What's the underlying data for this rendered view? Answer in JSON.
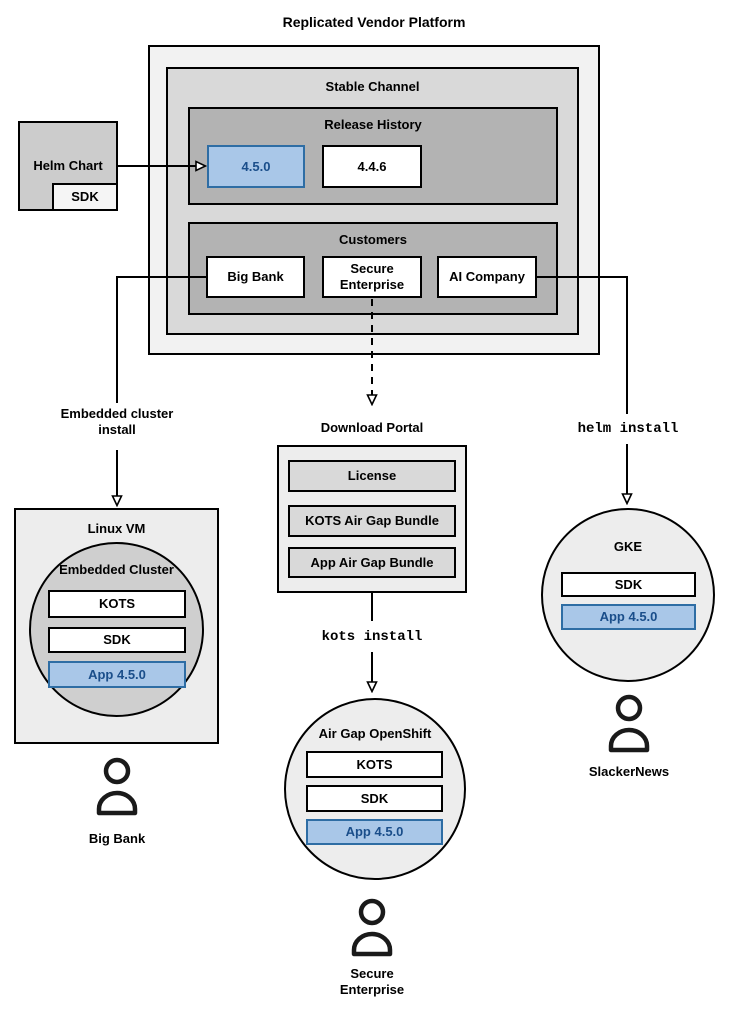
{
  "title": "Replicated Vendor Platform",
  "colors": {
    "highlight_fill": "#a9c7e8",
    "highlight_stroke": "#2e6da4",
    "highlight_text": "#1a4e8a",
    "container_dark_gray": "#b3b3b3",
    "container_mid_gray": "#d9d9d9",
    "container_light_gray": "#f2f2f2"
  },
  "stable_channel": {
    "label": "Stable Channel"
  },
  "release_history": {
    "label": "Release History",
    "current_version": "4.5.0",
    "previous_version": "4.4.6"
  },
  "customers": {
    "label": "Customers",
    "big_bank": "Big Bank",
    "secure_enterprise": "Secure Enterprise",
    "ai_company": "AI Company"
  },
  "helm_chart": {
    "label": "Helm Chart",
    "sdk": "SDK"
  },
  "installs": {
    "embedded": {
      "label_line1": "Embedded cluster",
      "label_line2": "install"
    },
    "kots": {
      "command": "kots install"
    },
    "helm": {
      "command": "helm install"
    }
  },
  "download_portal": {
    "title": "Download Portal",
    "items": [
      "License",
      "KOTS Air Gap Bundle",
      "App Air Gap Bundle"
    ]
  },
  "linux_vm": {
    "title": "Linux VM",
    "cluster": "Embedded Cluster",
    "kots": "KOTS",
    "sdk": "SDK",
    "app": "App 4.5.0",
    "user": "Big Bank"
  },
  "openshift": {
    "title": "Air Gap OpenShift",
    "kots": "KOTS",
    "sdk": "SDK",
    "app": "App 4.5.0",
    "user_line1": "Secure",
    "user_line2": "Enterprise"
  },
  "gke": {
    "title": "GKE",
    "sdk": "SDK",
    "app": "App 4.5.0",
    "user": "SlackerNews"
  }
}
